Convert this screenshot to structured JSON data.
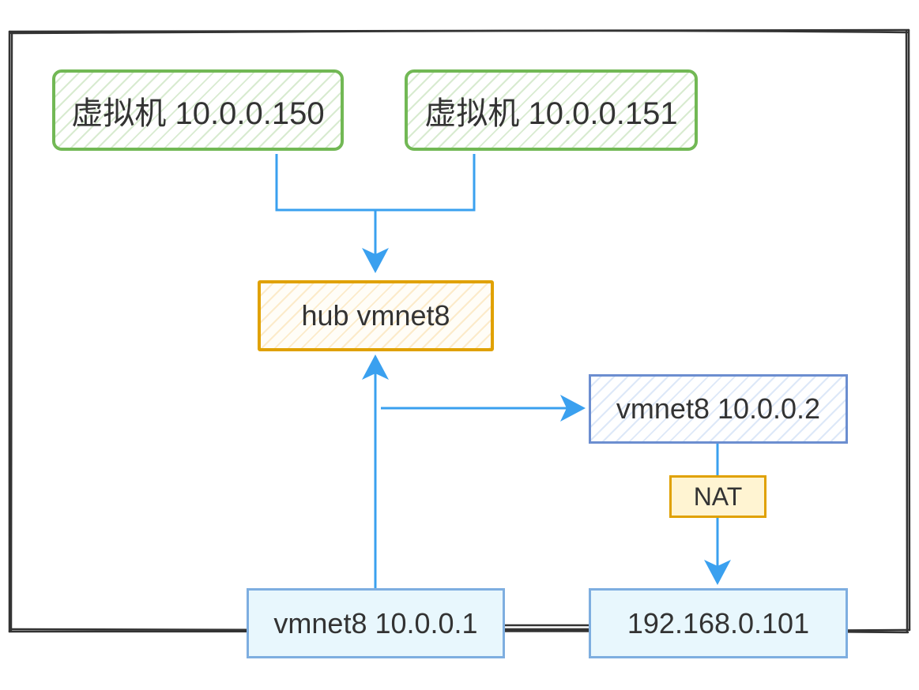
{
  "vm1": {
    "label": "虚拟机 10.0.0.150"
  },
  "vm2": {
    "label": "虚拟机 10.0.0.151"
  },
  "hub": {
    "label": "hub vmnet8"
  },
  "gateway": {
    "label": "vmnet8 10.0.0.2"
  },
  "nat": {
    "label": "NAT"
  },
  "host_adapter": {
    "label": "vmnet8 10.0.0.1"
  },
  "physical_nic": {
    "label": "192.168.0.101"
  },
  "colors": {
    "frame": "#333333",
    "arrow": "#3aa0ef",
    "vm_border": "#72b855",
    "hub_border": "#e0a100",
    "gateway_border": "#6c8ed0",
    "host_border": "#7eaee0",
    "host_fill": "#e8f7fd",
    "nat_fill": "#fff4d2"
  }
}
